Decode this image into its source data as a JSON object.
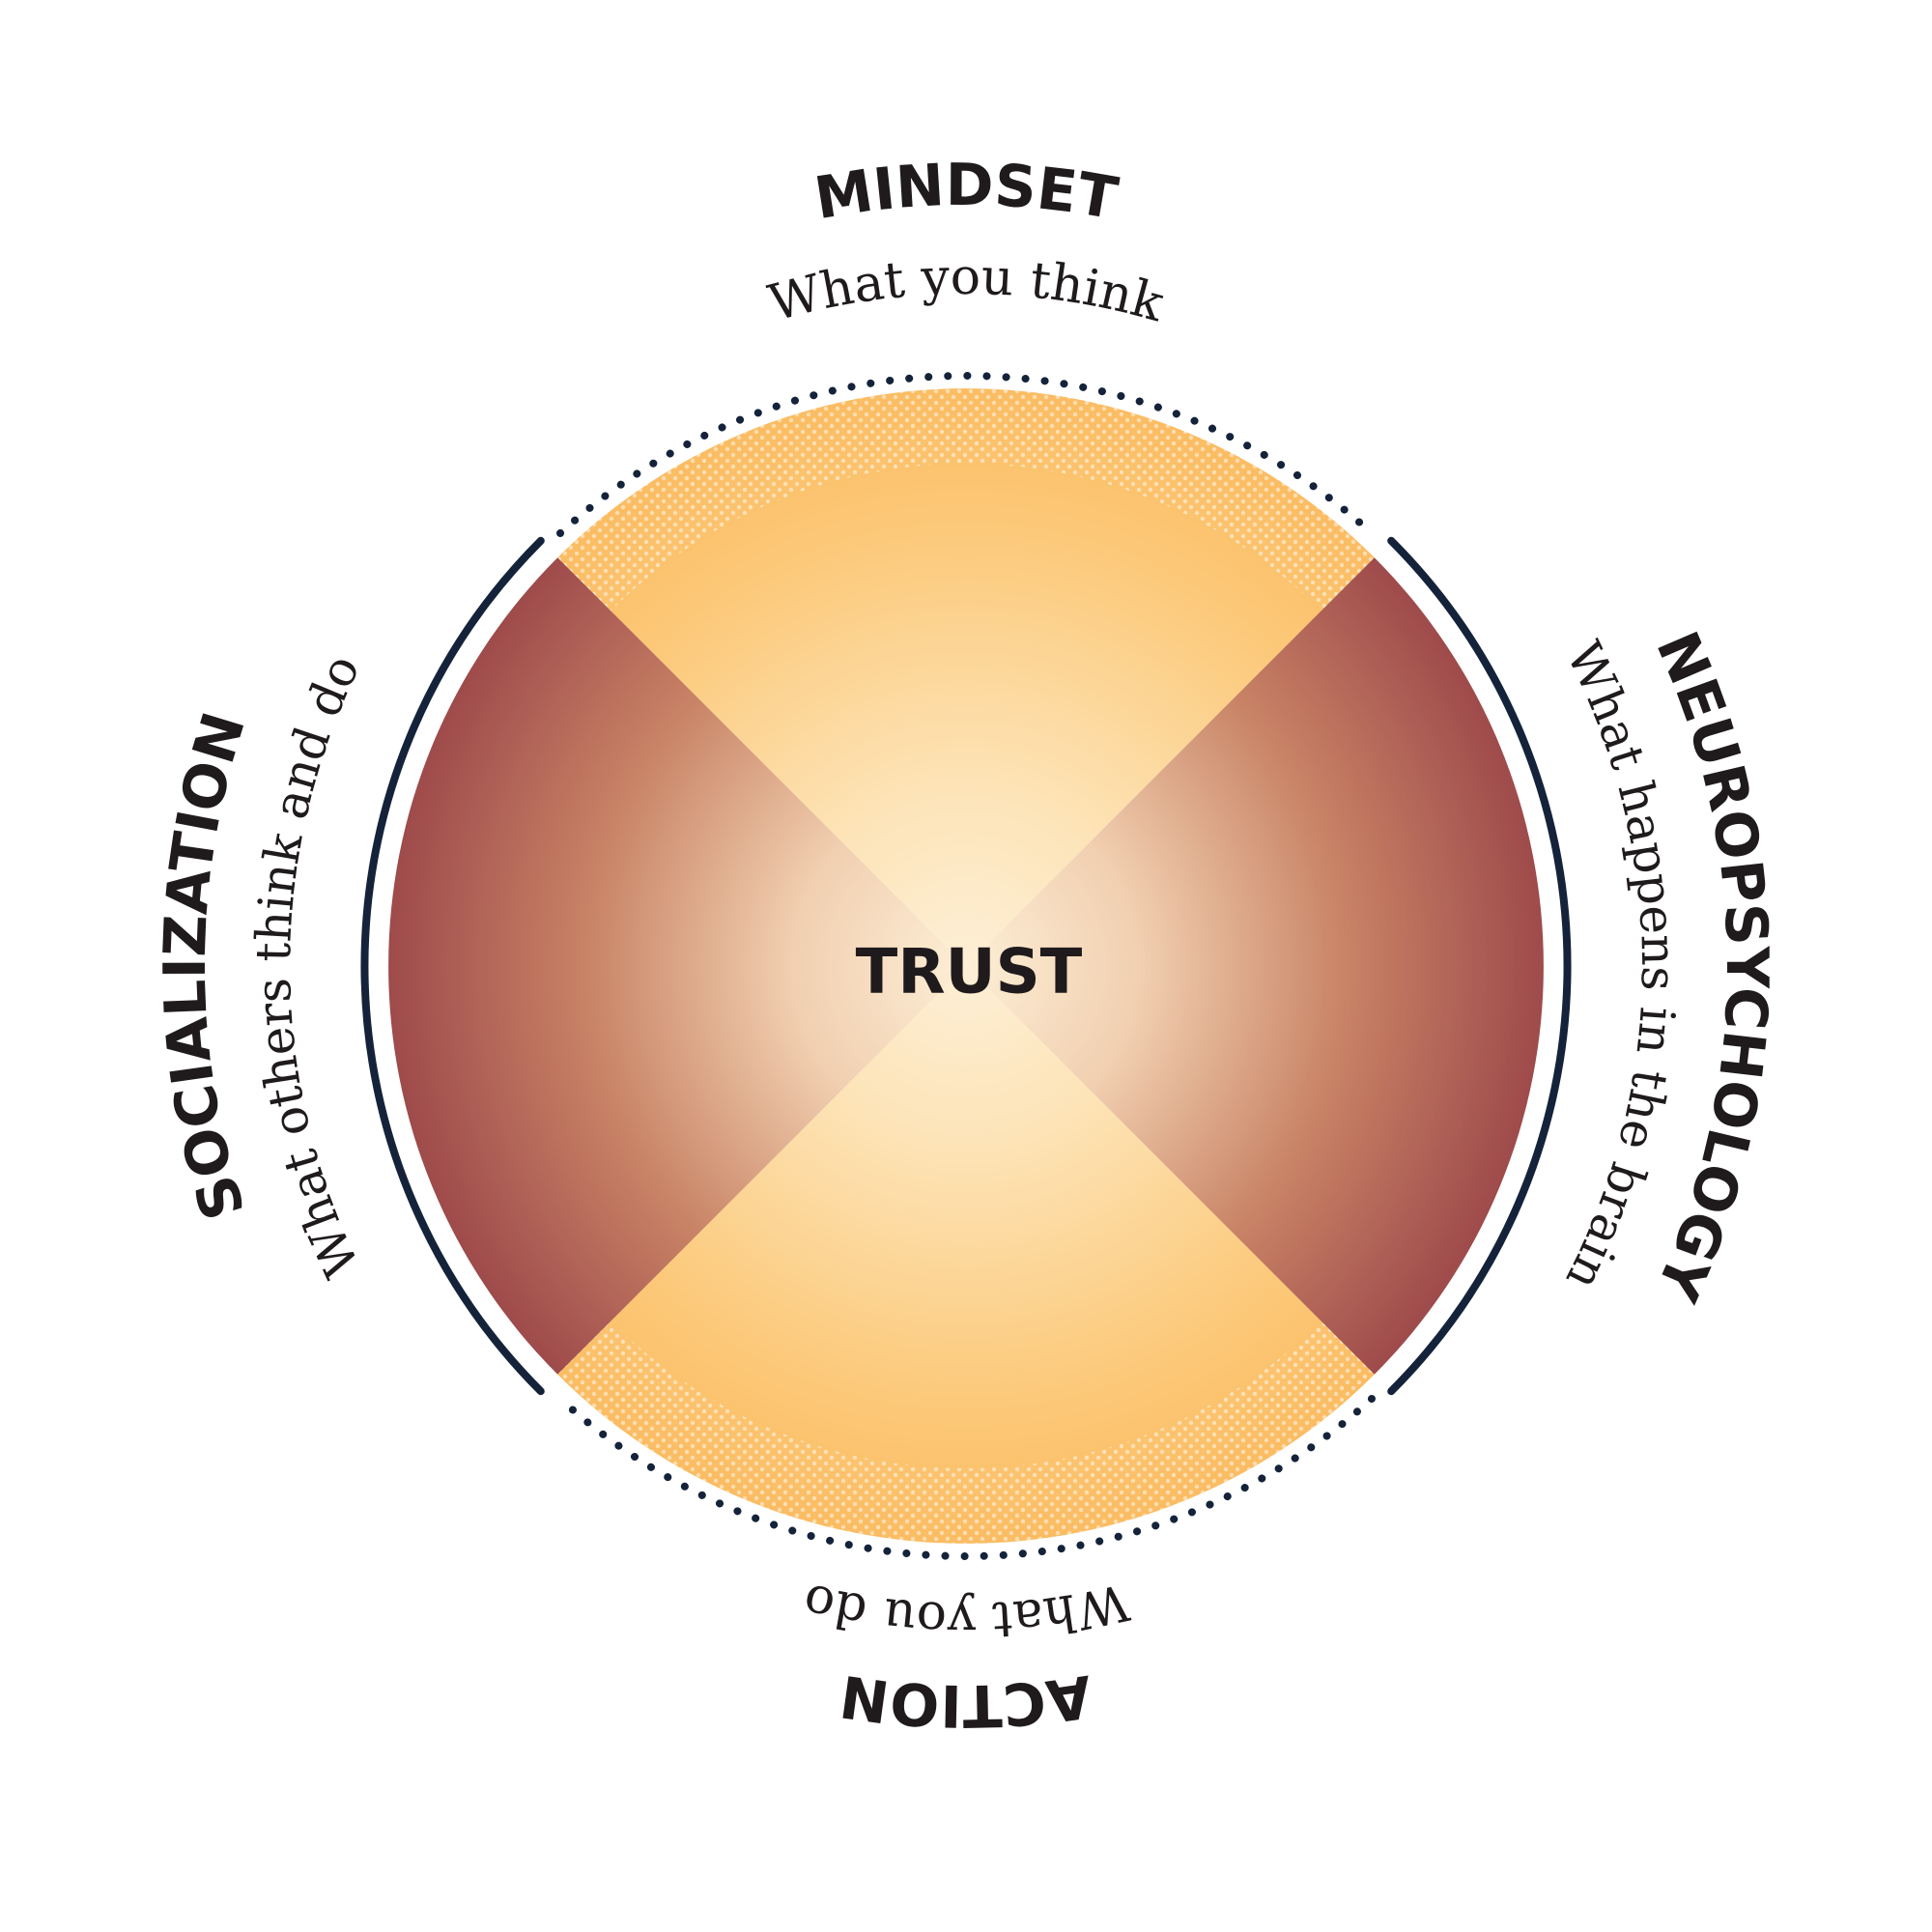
{
  "center_label": "TRUST",
  "quadrants": {
    "top": {
      "title": "MINDSET",
      "subtitle": "What you think"
    },
    "right": {
      "title": "NEUROPSYCHOLOGY",
      "subtitle": "What happens in the brain"
    },
    "bottom": {
      "title": "ACTION",
      "subtitle": "What you do"
    },
    "left": {
      "title": "SOCIALIZATION",
      "subtitle": "What others think and do"
    }
  },
  "colors": {
    "ring": "#14233a",
    "orange": "#fbbc62",
    "cream": "#fdefd6",
    "maroon": "#9e4a4b",
    "text": "#1f1a1c"
  }
}
